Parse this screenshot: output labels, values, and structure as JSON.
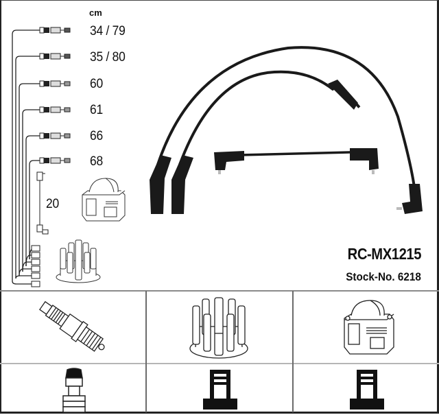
{
  "product": {
    "part_number": "RC-MX1215",
    "stock_number_label": "Stock-No. 6218"
  },
  "lengths": {
    "unit": "cm",
    "leads": [
      {
        "label": "34 / 79"
      },
      {
        "label": "35 / 80"
      },
      {
        "label": "60"
      },
      {
        "label": "61"
      },
      {
        "label": "66"
      },
      {
        "label": "68"
      }
    ],
    "coil_lead": {
      "label": "20"
    }
  },
  "icons": {
    "diagram": [
      "ignition-coil-icon",
      "distributor-cap-icon"
    ],
    "grid_top": [
      "spark-plug-icon",
      "distributor-cap-icon",
      "ignition-coil-icon"
    ],
    "grid_bottom": [
      "spark-plug-terminal-icon",
      "distributor-tower-terminal-icon",
      "coil-tower-terminal-icon"
    ]
  },
  "colors": {
    "line": "#222222",
    "divider": "#8a8a8a",
    "background": "#ffffff"
  }
}
